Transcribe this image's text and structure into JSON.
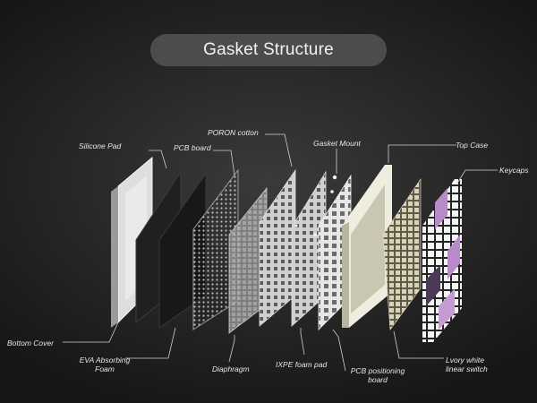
{
  "title": "Gasket Structure",
  "colors": {
    "background": "#262626",
    "pill": "#4c4c4c",
    "leader_line": "#cfcfcf",
    "keycap_accent": "#b88bc8",
    "switch_ivory": "#dcd6b8"
  },
  "labels": {
    "silicone_pad": "Silicone Pad",
    "pcb_board": "PCB board",
    "poron_cotton": "PORON cotton",
    "gasket_mount": "Gasket Mount",
    "top_case": "Top Case",
    "keycaps": "Keycaps",
    "bottom_cover": "Bottom Cover",
    "eva_foam_1": "EVA Absorbing",
    "eva_foam_2": "Foam",
    "diaphragm": "Diaphragm",
    "ixpe_foam_pad": "IXPE foam pad",
    "pcb_positioning_1": "PCB positioning",
    "pcb_positioning_2": "board",
    "ivory_switch_1": "Lvory white",
    "ivory_switch_2": "linear switch"
  }
}
